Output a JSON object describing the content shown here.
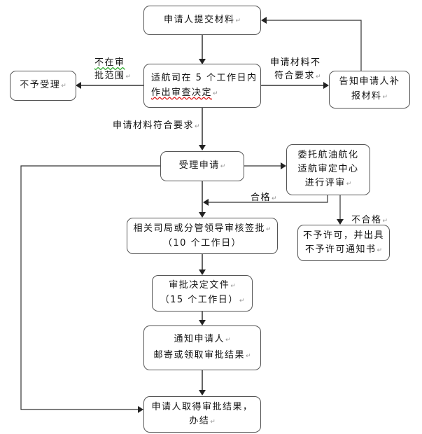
{
  "diagram": {
    "type": "flowchart",
    "nodes": {
      "submit": {
        "lines": [
          "申请人提交材料"
        ]
      },
      "review": {
        "lines": [
          "适航司在 5 个工作日内",
          "作出审查决定"
        ]
      },
      "reject": {
        "lines": [
          "不予受理"
        ]
      },
      "supplement": {
        "lines": [
          "告知申请人补",
          "报材料"
        ]
      },
      "accept": {
        "lines": [
          "受理申请"
        ]
      },
      "delegate": {
        "lines": [
          "委托航油航化",
          "适航审定中心",
          "进行评审"
        ]
      },
      "sign": {
        "lines": [
          "相关司局或分管领导审核签批",
          "（10 个工作日）"
        ]
      },
      "deny_permit": {
        "lines": [
          "不予许可，并出具",
          "不予许可通知书"
        ]
      },
      "decision_doc": {
        "lines": [
          "审批决定文件",
          "（15 个工作日）"
        ]
      },
      "notify": {
        "lines": [
          "通知申请人",
          "邮寄或领取审批结果"
        ]
      },
      "complete": {
        "lines": [
          "申请人取得审批结果，",
          "办结"
        ]
      }
    },
    "edge_labels": {
      "out_of_scope": [
        "不在审",
        "批范围"
      ],
      "not_meeting": [
        "申请材料不",
        "符合要求"
      ],
      "meeting": "申请材料符合要求",
      "qualified": "合格",
      "unqualified": "不合格"
    },
    "paragraph_mark": "↵"
  }
}
